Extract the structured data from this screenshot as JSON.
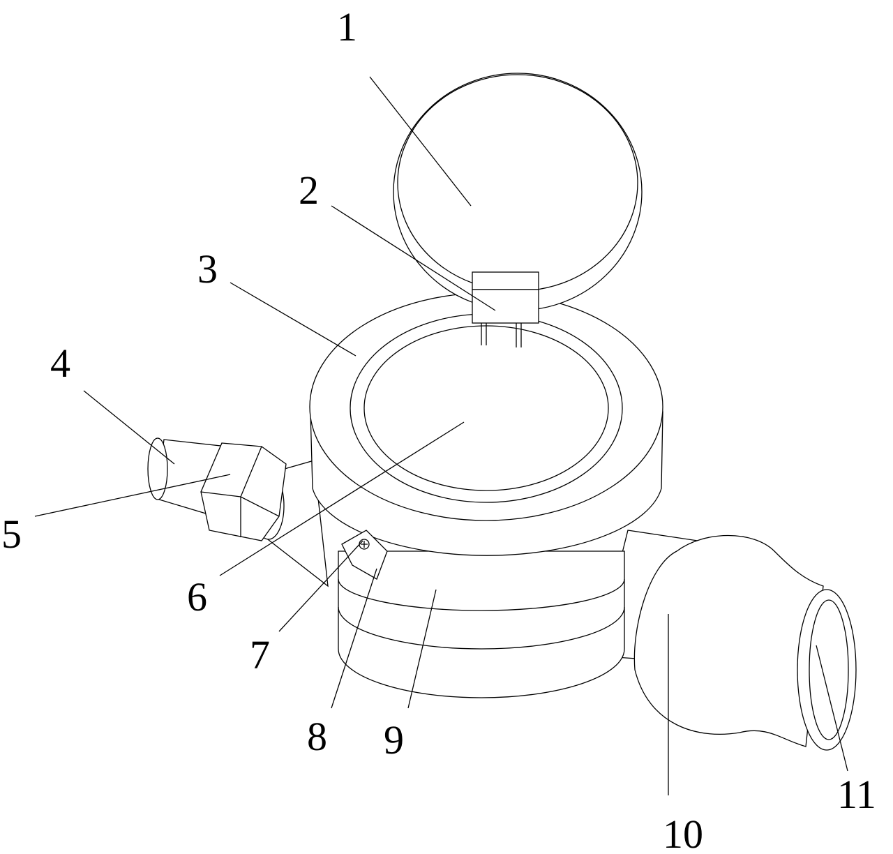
{
  "figure": {
    "labels": [
      "1",
      "2",
      "3",
      "4",
      "5",
      "6",
      "7",
      "8",
      "9",
      "10",
      "11"
    ]
  }
}
